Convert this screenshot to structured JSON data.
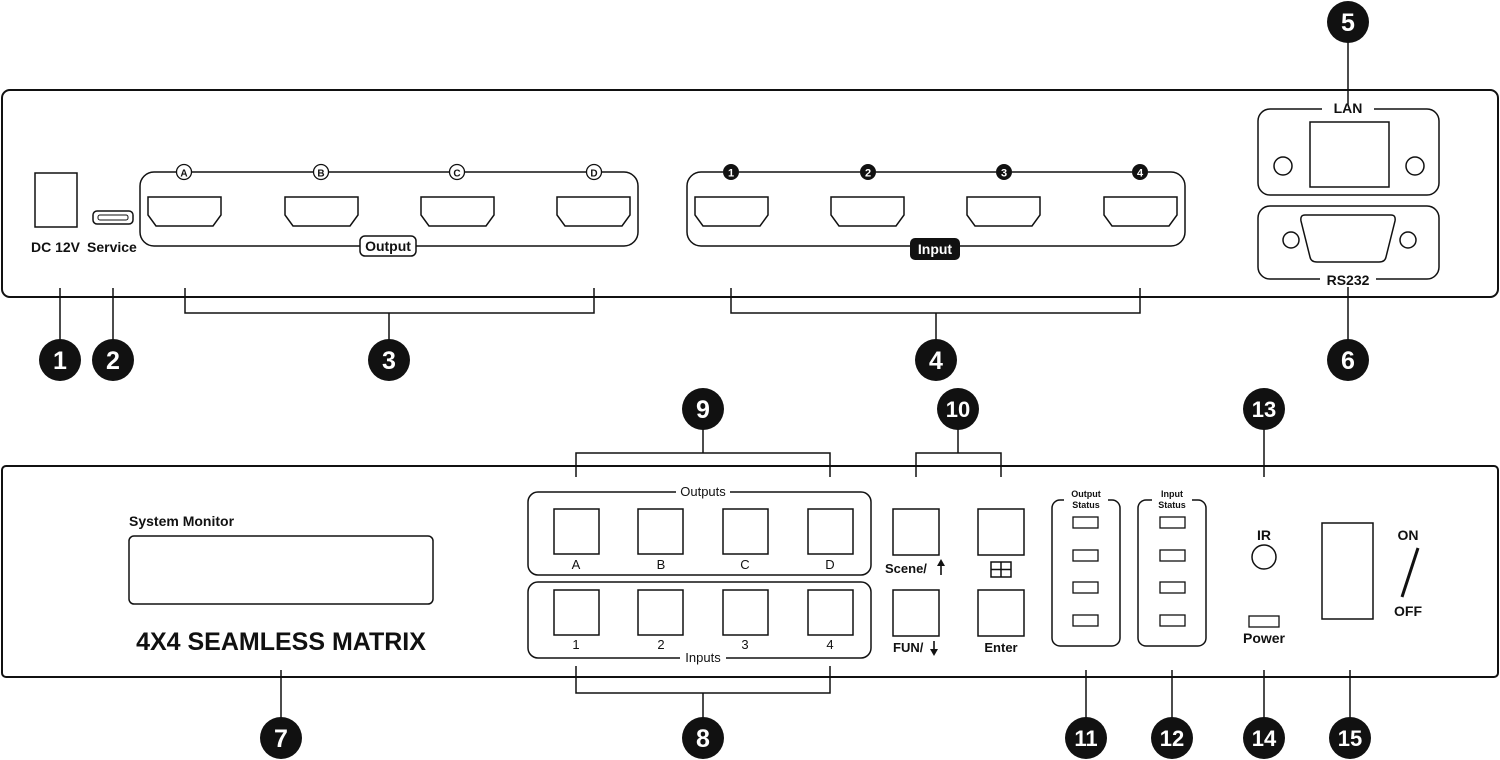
{
  "rear": {
    "dc_label": "DC 12V",
    "service_label": "Service",
    "output_group_label": "Output",
    "input_group_label": "Input",
    "output_ports": [
      "A",
      "B",
      "C",
      "D"
    ],
    "input_ports": [
      "1",
      "2",
      "3",
      "4"
    ],
    "lan_label": "LAN",
    "rs232_label": "RS232"
  },
  "front": {
    "monitor_label": "System Monitor",
    "title": "4X4 SEAMLESS MATRIX",
    "outputs_label": "Outputs",
    "inputs_label": "Inputs",
    "output_keys": [
      "A",
      "B",
      "C",
      "D"
    ],
    "input_keys": [
      "1",
      "2",
      "3",
      "4"
    ],
    "scene_label": "Scene/",
    "fun_label": "FUN/",
    "enter_label": "Enter",
    "output_status_l1": "Output",
    "output_status_l2": "Status",
    "input_status_l1": "Input",
    "input_status_l2": "Status",
    "ir_label": "IR",
    "power_label": "Power",
    "on_label": "ON",
    "off_label": "OFF"
  },
  "callouts": [
    "1",
    "2",
    "3",
    "4",
    "5",
    "6",
    "7",
    "8",
    "9",
    "10",
    "11",
    "12",
    "13",
    "14",
    "15"
  ]
}
